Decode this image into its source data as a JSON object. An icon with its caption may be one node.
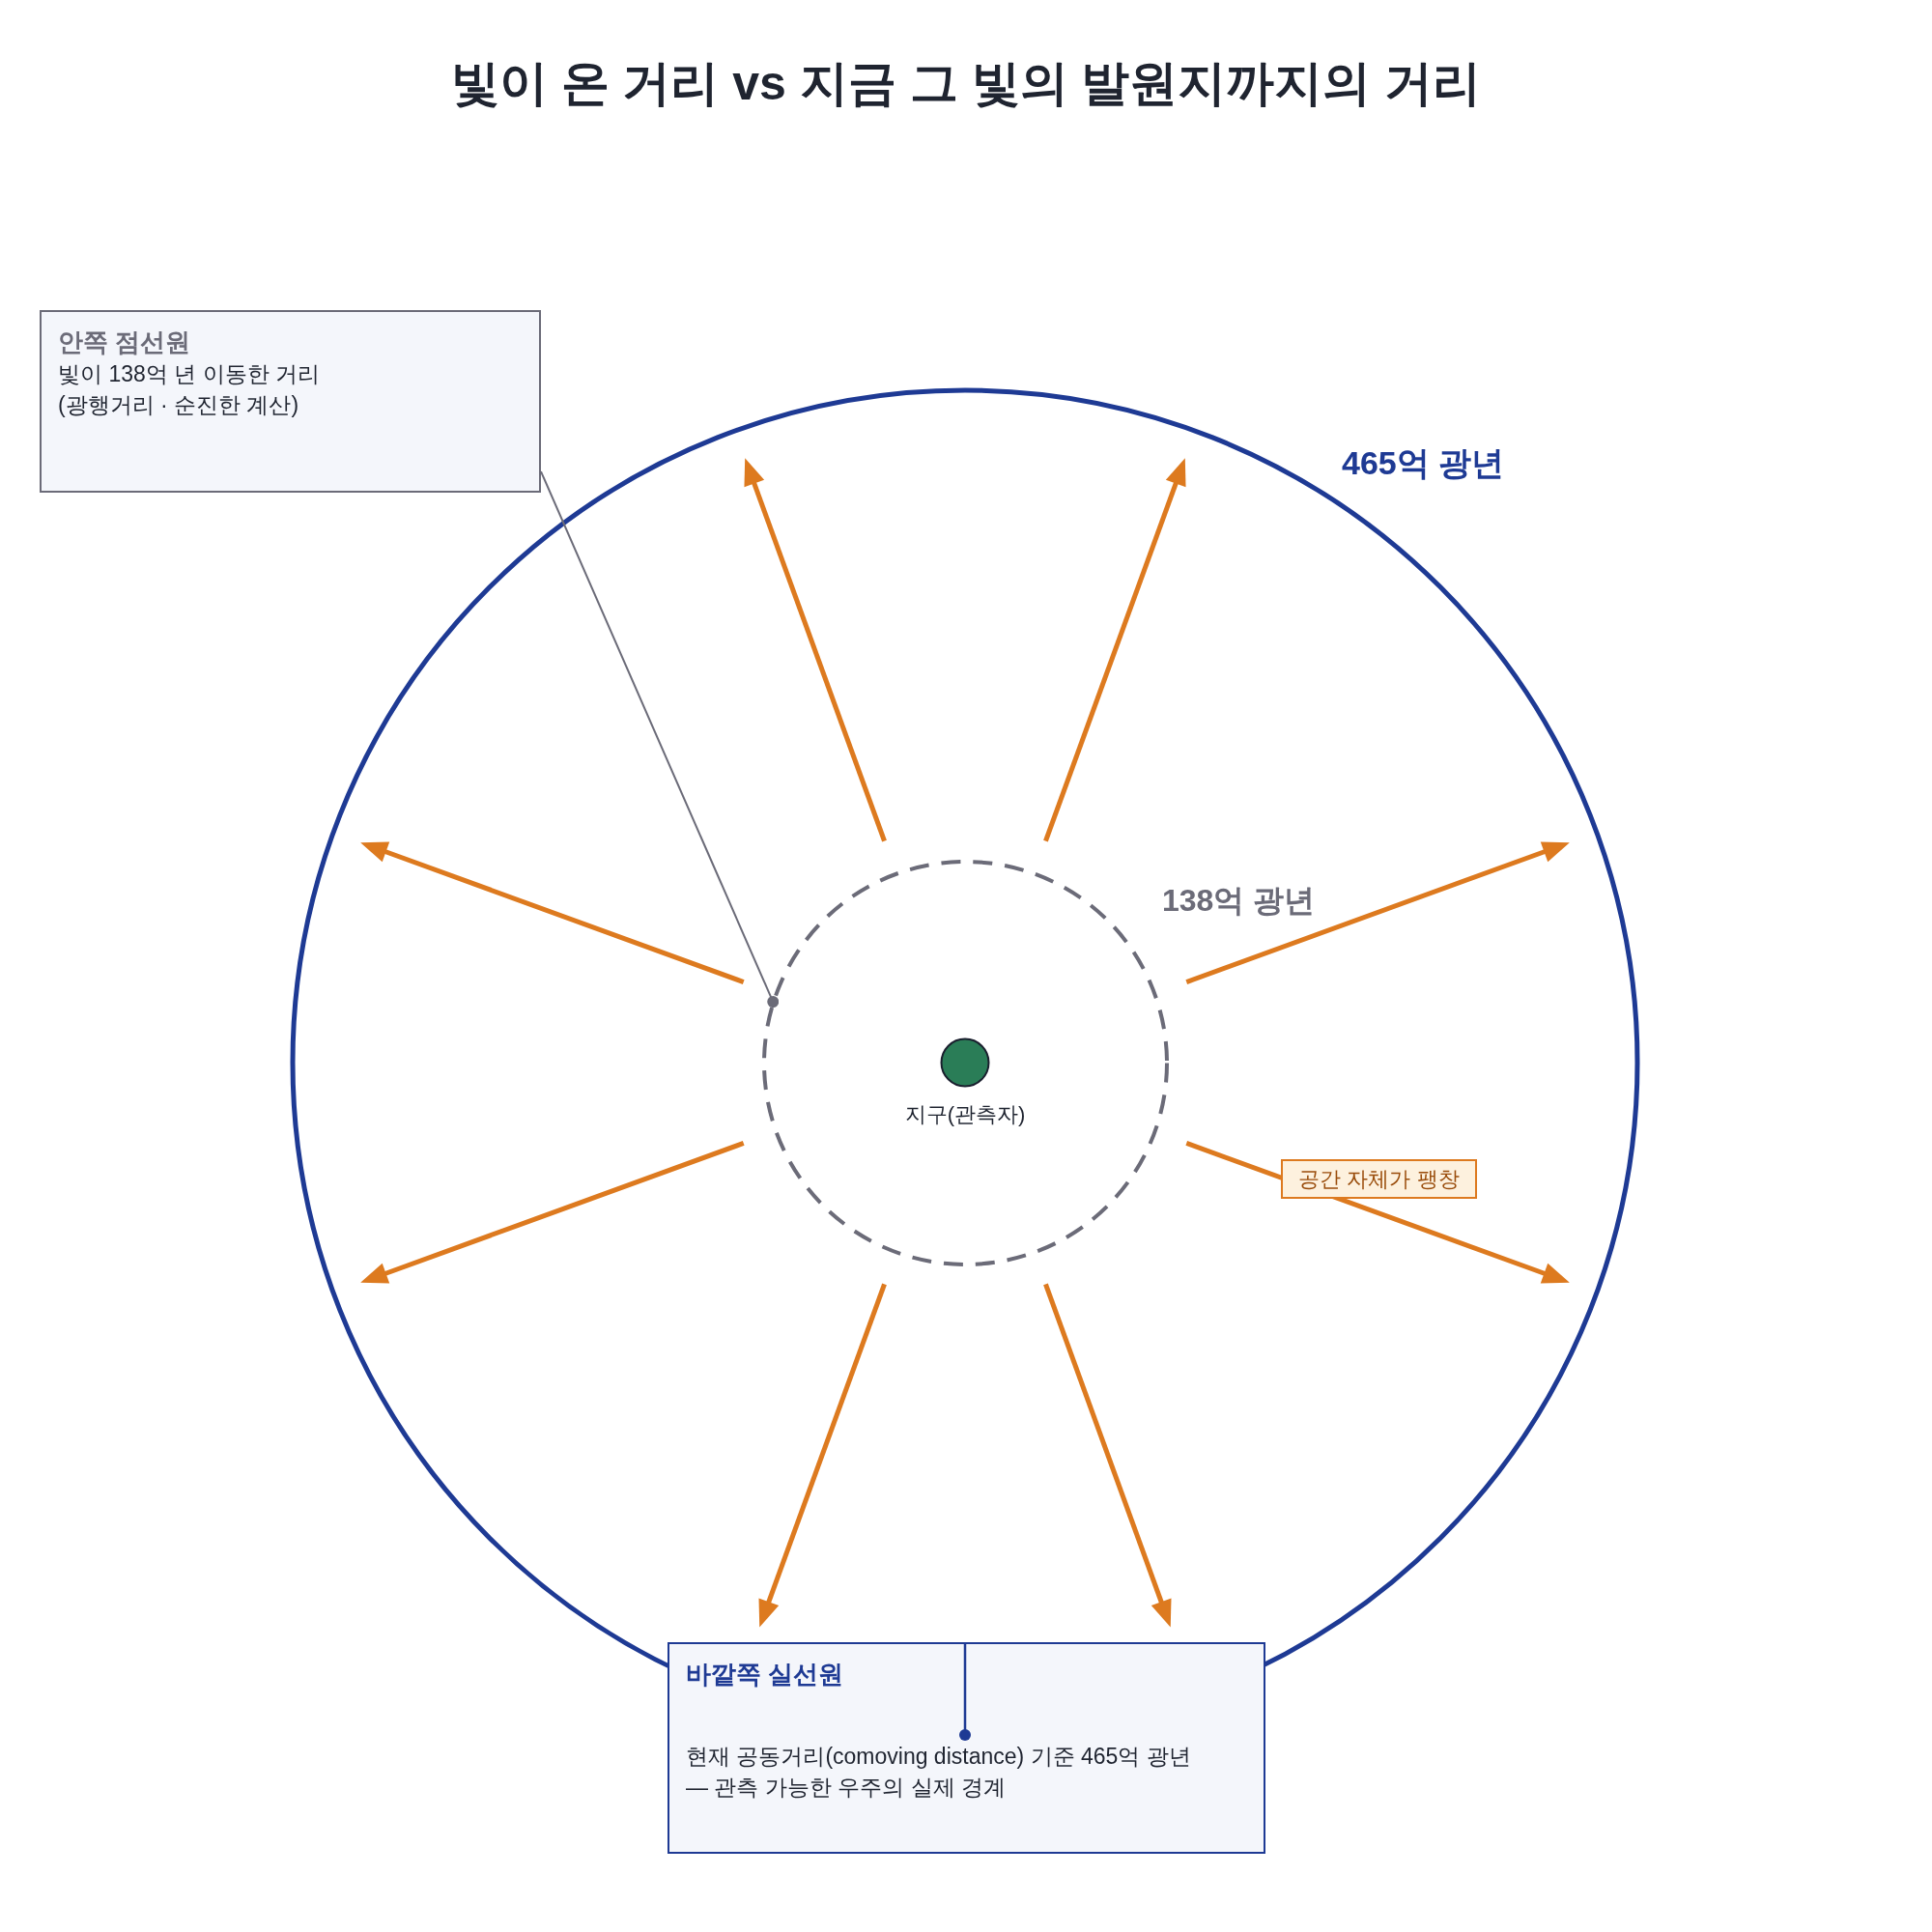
{
  "diagram": {
    "title": "빛이 온 거리 vs 지금 그 빛의 발원지까지의 거리",
    "nodes": [
      {
        "text": [
          "안쪽 점선원",
          "빛이 138억 년 이동한 거리",
          "(광행거리 · 순진한 계산)"
        ]
      },
      {
        "text": [],
        "shape": "circle",
        "beside": [
          "465억 광년"
        ]
      },
      {
        "text": [],
        "shape": "circle",
        "in": 1,
        "beside": [
          "138억 광년"
        ]
      },
      {
        "text": [
          "지구(관측자)"
        ],
        "in": 2
      },
      {
        "text": [
          "바깥쪽 실선원",
          "현재 공동거리(comoving distance) 기준 465억 광년",
          "— 관측 가능한 우주의 실제 경계"
        ]
      }
    ],
    "edges": [
      {
        "from": 0,
        "to": 2,
        "arrow": "other",
        "color": "#6b6b78"
      },
      {
        "from": 4,
        "to": 1,
        "arrow": "other",
        "color": "#1e3a94"
      }
    ],
    "labels": [
      "공간 자체가 팽창"
    ]
  }
}
